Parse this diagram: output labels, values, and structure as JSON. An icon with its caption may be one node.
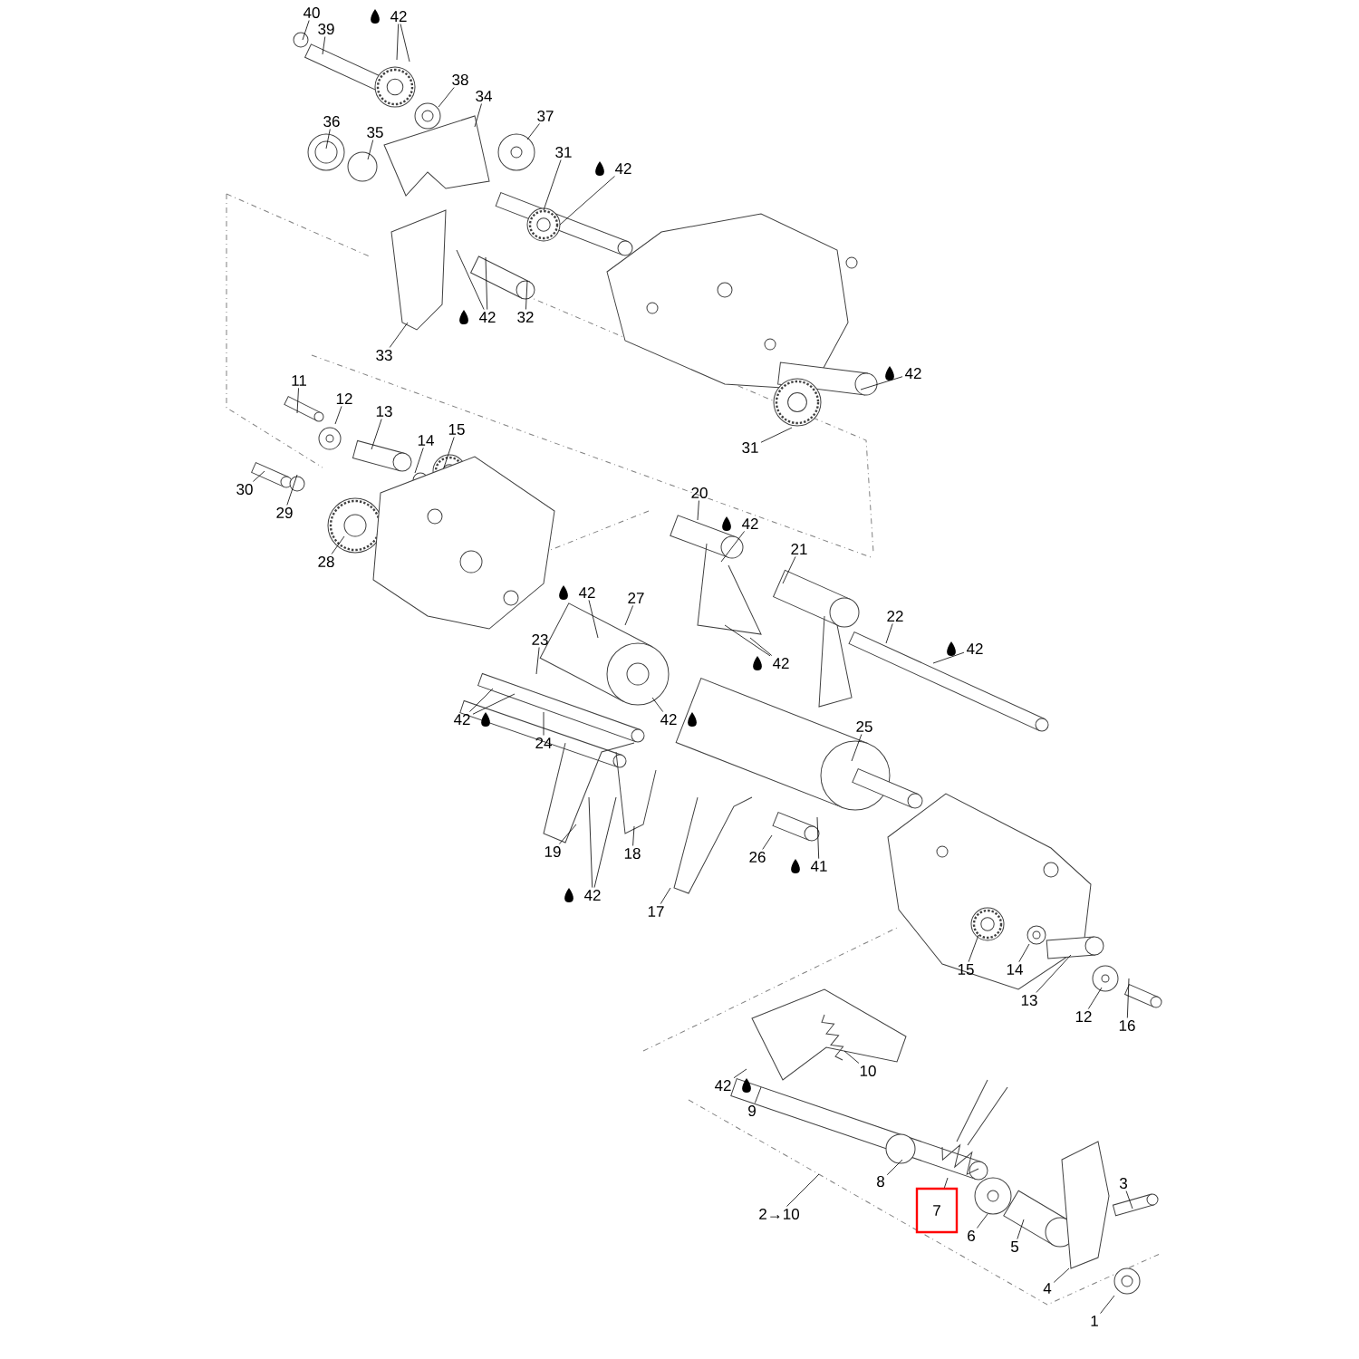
{
  "diagram": {
    "nodes": [
      {
        "text": [
          "40"
        ]
      },
      {
        "text": [
          "39"
        ]
      },
      {
        "text": [
          "42"
        ]
      },
      {
        "text": [
          "38"
        ]
      },
      {
        "text": [
          "34"
        ]
      },
      {
        "text": [
          "36"
        ]
      },
      {
        "text": [
          "35"
        ]
      },
      {
        "text": [
          "37"
        ]
      },
      {
        "text": [
          "31"
        ]
      },
      {
        "text": [
          "42"
        ]
      },
      {
        "text": [
          "42"
        ]
      },
      {
        "text": [
          "32"
        ]
      },
      {
        "text": [
          "33"
        ]
      },
      {
        "text": [
          "42"
        ]
      },
      {
        "text": [
          "11"
        ]
      },
      {
        "text": [
          "12"
        ]
      },
      {
        "text": [
          "13"
        ]
      },
      {
        "text": [
          "15"
        ]
      },
      {
        "text": [
          "14"
        ]
      },
      {
        "text": [
          "31"
        ]
      },
      {
        "text": [
          "30"
        ]
      },
      {
        "text": [
          "20"
        ]
      },
      {
        "text": [
          "29"
        ]
      },
      {
        "text": [
          "42"
        ]
      },
      {
        "text": [
          "21"
        ]
      },
      {
        "text": [
          "28"
        ]
      },
      {
        "text": [
          "42"
        ]
      },
      {
        "text": [
          "27"
        ]
      },
      {
        "text": [
          "22"
        ]
      },
      {
        "text": [
          "23"
        ]
      },
      {
        "text": [
          "42"
        ]
      },
      {
        "text": [
          "42"
        ]
      },
      {
        "text": [
          "42"
        ]
      },
      {
        "text": [
          "42"
        ]
      },
      {
        "text": [
          "25"
        ]
      },
      {
        "text": [
          "24"
        ]
      },
      {
        "text": [
          "19"
        ]
      },
      {
        "text": [
          "18"
        ]
      },
      {
        "text": [
          "26"
        ]
      },
      {
        "text": [
          "41"
        ]
      },
      {
        "text": [
          "42"
        ]
      },
      {
        "text": [
          "17"
        ]
      },
      {
        "text": [
          "15"
        ]
      },
      {
        "text": [
          "14"
        ]
      },
      {
        "text": [
          "13"
        ]
      },
      {
        "text": [
          "12"
        ]
      },
      {
        "text": [
          "16"
        ]
      },
      {
        "text": [
          "10"
        ]
      },
      {
        "text": [
          "42"
        ]
      },
      {
        "text": [
          "9"
        ]
      },
      {
        "text": [
          "3"
        ]
      },
      {
        "text": [
          "8"
        ]
      },
      {
        "text": [
          "2→10"
        ]
      },
      {
        "text": [
          "7"
        ]
      },
      {
        "text": [
          "6"
        ]
      },
      {
        "text": [
          "5"
        ]
      },
      {
        "text": [
          "4"
        ]
      },
      {
        "text": [
          "1"
        ]
      }
    ],
    "edges": [
      {
        "from": 0,
        "to": null,
        "arrow": "none"
      },
      {
        "from": 1,
        "to": null,
        "arrow": "none"
      },
      {
        "from": 2,
        "to": null,
        "arrow": "none"
      },
      {
        "from": 2,
        "to": null,
        "arrow": "none"
      },
      {
        "from": 3,
        "to": null,
        "arrow": "none"
      },
      {
        "from": 4,
        "to": null,
        "arrow": "none"
      },
      {
        "from": 5,
        "to": null,
        "arrow": "none"
      },
      {
        "from": 6,
        "to": null,
        "arrow": "none"
      },
      {
        "from": 7,
        "to": null,
        "arrow": "none"
      },
      {
        "from": 8,
        "to": null,
        "arrow": "none"
      },
      {
        "from": 9,
        "to": null,
        "arrow": "none"
      },
      {
        "from": 10,
        "to": null,
        "arrow": "none"
      },
      {
        "from": 10,
        "to": null,
        "arrow": "none"
      },
      {
        "from": 11,
        "to": null,
        "arrow": "none"
      },
      {
        "from": 12,
        "to": null,
        "arrow": "none"
      },
      {
        "from": 13,
        "to": null,
        "arrow": "none"
      },
      {
        "from": 14,
        "to": null,
        "arrow": "none"
      },
      {
        "from": 15,
        "to": null,
        "arrow": "none"
      },
      {
        "from": 16,
        "to": null,
        "arrow": "none"
      },
      {
        "from": 17,
        "to": null,
        "arrow": "none"
      },
      {
        "from": 18,
        "to": null,
        "arrow": "none"
      },
      {
        "from": 19,
        "to": null,
        "arrow": "none"
      },
      {
        "from": 20,
        "to": null,
        "arrow": "none"
      },
      {
        "from": 21,
        "to": null,
        "arrow": "none"
      },
      {
        "from": 22,
        "to": null,
        "arrow": "none"
      },
      {
        "from": 23,
        "to": null,
        "arrow": "none"
      },
      {
        "from": 24,
        "to": null,
        "arrow": "none"
      },
      {
        "from": 25,
        "to": null,
        "arrow": "none"
      },
      {
        "from": 26,
        "to": null,
        "arrow": "none"
      },
      {
        "from": 27,
        "to": null,
        "arrow": "none"
      },
      {
        "from": 28,
        "to": null,
        "arrow": "none"
      },
      {
        "from": 29,
        "to": null,
        "arrow": "none"
      },
      {
        "from": 30,
        "to": null,
        "arrow": "none"
      },
      {
        "from": 31,
        "to": null,
        "arrow": "none"
      },
      {
        "from": 31,
        "to": null,
        "arrow": "none"
      },
      {
        "from": 32,
        "to": null,
        "arrow": "none"
      },
      {
        "from": 32,
        "to": null,
        "arrow": "none"
      },
      {
        "from": 33,
        "to": null,
        "arrow": "none"
      },
      {
        "from": 34,
        "to": null,
        "arrow": "none"
      },
      {
        "from": 35,
        "to": null,
        "arrow": "none"
      },
      {
        "from": 36,
        "to": null,
        "arrow": "none"
      },
      {
        "from": 37,
        "to": null,
        "arrow": "none"
      },
      {
        "from": 38,
        "to": null,
        "arrow": "none"
      },
      {
        "from": 39,
        "to": null,
        "arrow": "none"
      },
      {
        "from": 40,
        "to": null,
        "arrow": "none"
      },
      {
        "from": 40,
        "to": null,
        "arrow": "none"
      },
      {
        "from": 41,
        "to": null,
        "arrow": "none"
      },
      {
        "from": 42,
        "to": null,
        "arrow": "none"
      },
      {
        "from": 43,
        "to": null,
        "arrow": "none"
      },
      {
        "from": 44,
        "to": null,
        "arrow": "none"
      },
      {
        "from": 45,
        "to": null,
        "arrow": "none"
      },
      {
        "from": 46,
        "to": null,
        "arrow": "none"
      },
      {
        "from": 47,
        "to": null,
        "arrow": "none"
      },
      {
        "from": 48,
        "to": null,
        "arrow": "none"
      },
      {
        "from": 49,
        "to": null,
        "arrow": "none"
      },
      {
        "from": 50,
        "to": null,
        "arrow": "none"
      },
      {
        "from": 51,
        "to": null,
        "arrow": "none"
      },
      {
        "from": 52,
        "to": null,
        "arrow": "none"
      },
      {
        "from": 53,
        "to": null,
        "arrow": "none"
      },
      {
        "from": 54,
        "to": null,
        "arrow": "none"
      },
      {
        "from": 55,
        "to": null,
        "arrow": "none"
      },
      {
        "from": 56,
        "to": null,
        "arrow": "none"
      },
      {
        "from": 57,
        "to": null,
        "arrow": "none"
      }
    ]
  }
}
